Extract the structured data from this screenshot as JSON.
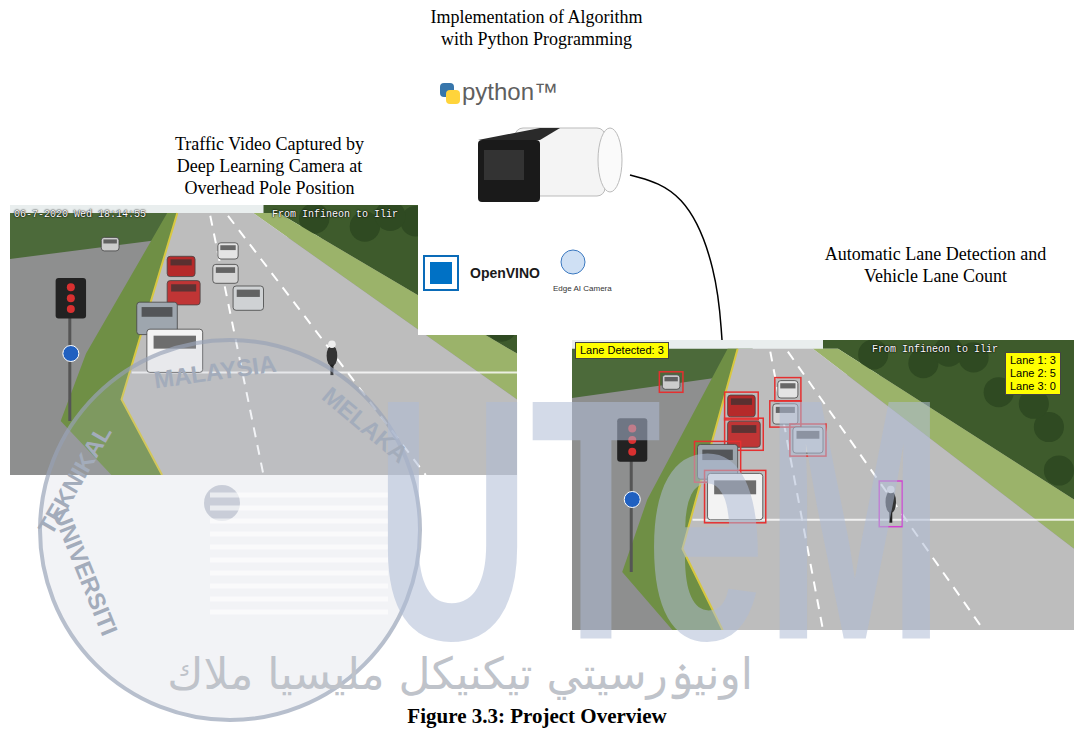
{
  "diagram": {
    "caption": "Figure 3.3: Project Overview",
    "nodes": [
      {
        "text": [
          "Traffic Video Captured by Deep Learning Camera at Overhead Pole Position"
        ]
      },
      {
        "text": [
          "OpenVINO",
          "Edge AI Camera"
        ]
      },
      {
        "text": [
          "Automatic Lane Detection and Vehicle Lane Count"
        ]
      },
      {
        "text": [
          "Lane Detected: 3"
        ],
        "in": 2
      },
      {
        "text": [
          "Lane 1: 3",
          "Lane 2: 5",
          "Lane 3: 0"
        ],
        "in": 2
      }
    ],
    "edges": [
      {
        "from": 1,
        "to": 2,
        "arrow": "none"
      }
    ],
    "labels": [
      "Implementation of Algorithm with Python Programming",
      "python™",
      "06-7-2020 Wed 18:14:55",
      "From Infineon to Ilir",
      "From Infineon to Ilir",
      "UTeM",
      "TEKNIKAL",
      "MALAYSIA",
      "MELAKA",
      "UNIVERSITI",
      "اونيۏرسيتي تيكنيكل مليسيا ملاك"
    ]
  }
}
